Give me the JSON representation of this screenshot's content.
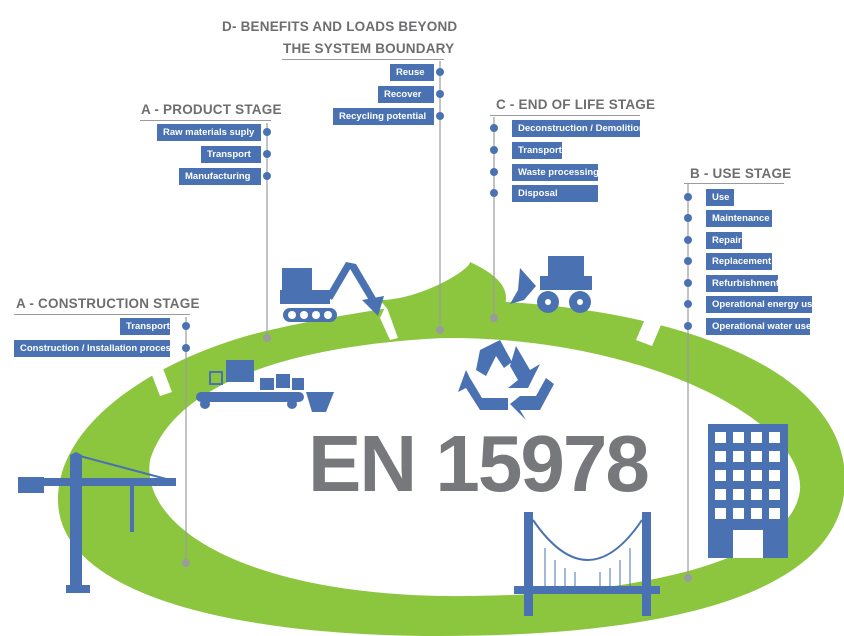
{
  "main_title": "EN 15978",
  "stages": {
    "d": {
      "title_line1": "D- BENEFITS AND LOADS BEYOND",
      "title_line2": "THE SYSTEM BOUNDARY",
      "items": [
        "Reuse",
        "Recover",
        "Recycling potential"
      ]
    },
    "a_product": {
      "title": "A - PRODUCT STAGE",
      "items": [
        "Raw materials suply",
        "Transport",
        "Manufacturing"
      ]
    },
    "c": {
      "title": "C - END OF LIFE STAGE",
      "items": [
        "Deconstruction / Demolition",
        "Transport",
        "Waste processing",
        "Disposal"
      ]
    },
    "b": {
      "title": "B - USE STAGE",
      "items": [
        "Use",
        "Maintenance",
        "Repair",
        "Replacement",
        "Refurbishment",
        "Operational energy use",
        "Operational water use"
      ]
    },
    "a_construction": {
      "title": "A - CONSTRUCTION STAGE",
      "items": [
        "Transport",
        "Construction / Installation process"
      ]
    }
  },
  "icons": [
    "crane-icon",
    "conveyor-factory-icon",
    "excavator-icon",
    "recycle-icon",
    "bulldozer-icon",
    "office-building-icon",
    "bridge-icon"
  ],
  "colors": {
    "ring": "#8cc63f",
    "label": "#4a72b2",
    "icon": "#4a72b2",
    "text": "#6d6e70"
  }
}
